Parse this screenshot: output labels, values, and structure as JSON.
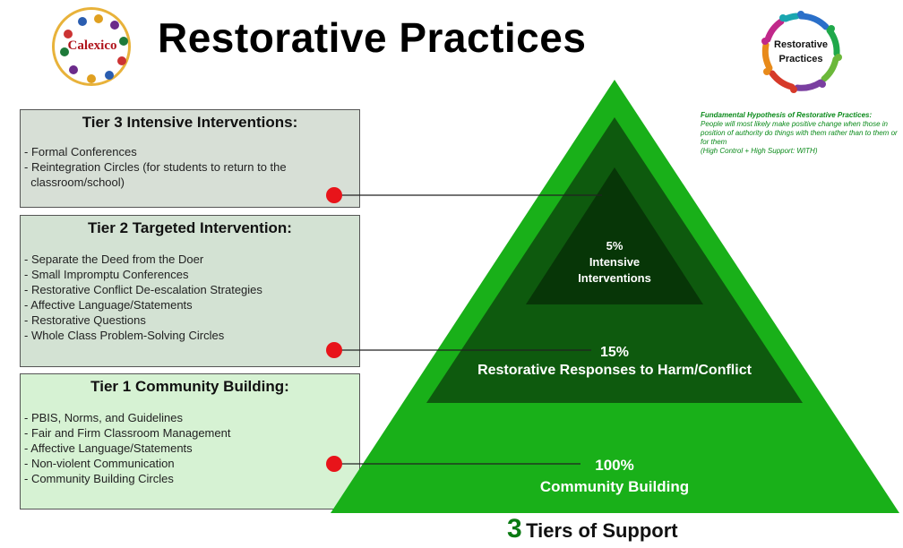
{
  "title": "Restorative Practices",
  "logo_left": {
    "text": "Calexico"
  },
  "logo_right": {
    "line1": "Restorative",
    "line2": "Practices"
  },
  "hypothesis": {
    "heading": "Fundamental Hypothesis of Restorative Practices:",
    "body": "People will most likely make positive change when those in position of authority do things with them rather than to them or for them",
    "note": "(High Control + High Support: WITH)"
  },
  "tiers": [
    {
      "heading": "Tier 3 Intensive Interventions:",
      "items": [
        "- Formal Conferences",
        "- Reintegration Circles (for students to return to the",
        "  classroom/school)"
      ]
    },
    {
      "heading": "Tier 2 Targeted Intervention:",
      "items": [
        "- Separate the Deed from the Doer",
        "- Small Impromptu Conferences",
        "- Restorative Conflict De-escalation Strategies",
        "- Affective Language/Statements",
        "- Restorative Questions",
        "- Whole Class Problem-Solving Circles"
      ]
    },
    {
      "heading": "Tier 1 Community Building:",
      "items": [
        "- PBIS, Norms, and Guidelines",
        "- Fair and Firm Classroom Management",
        "- Affective Language/Statements",
        "- Non-violent Communication",
        "- Community Building Circles"
      ]
    }
  ],
  "pyramid": {
    "top": {
      "pct": "5%",
      "line1": "Intensive",
      "line2": "Interventions"
    },
    "middle": {
      "pct": "15%",
      "line1": "Restorative Responses to Harm/Conflict"
    },
    "base": {
      "pct": "100%",
      "line1": "Community Building"
    },
    "colors": {
      "outer": "#19b019",
      "middle": "#0e5a0e",
      "inner": "#073607",
      "marker": "#e8141a"
    }
  },
  "footer": {
    "number": "3",
    "text": "Tiers of Support"
  }
}
